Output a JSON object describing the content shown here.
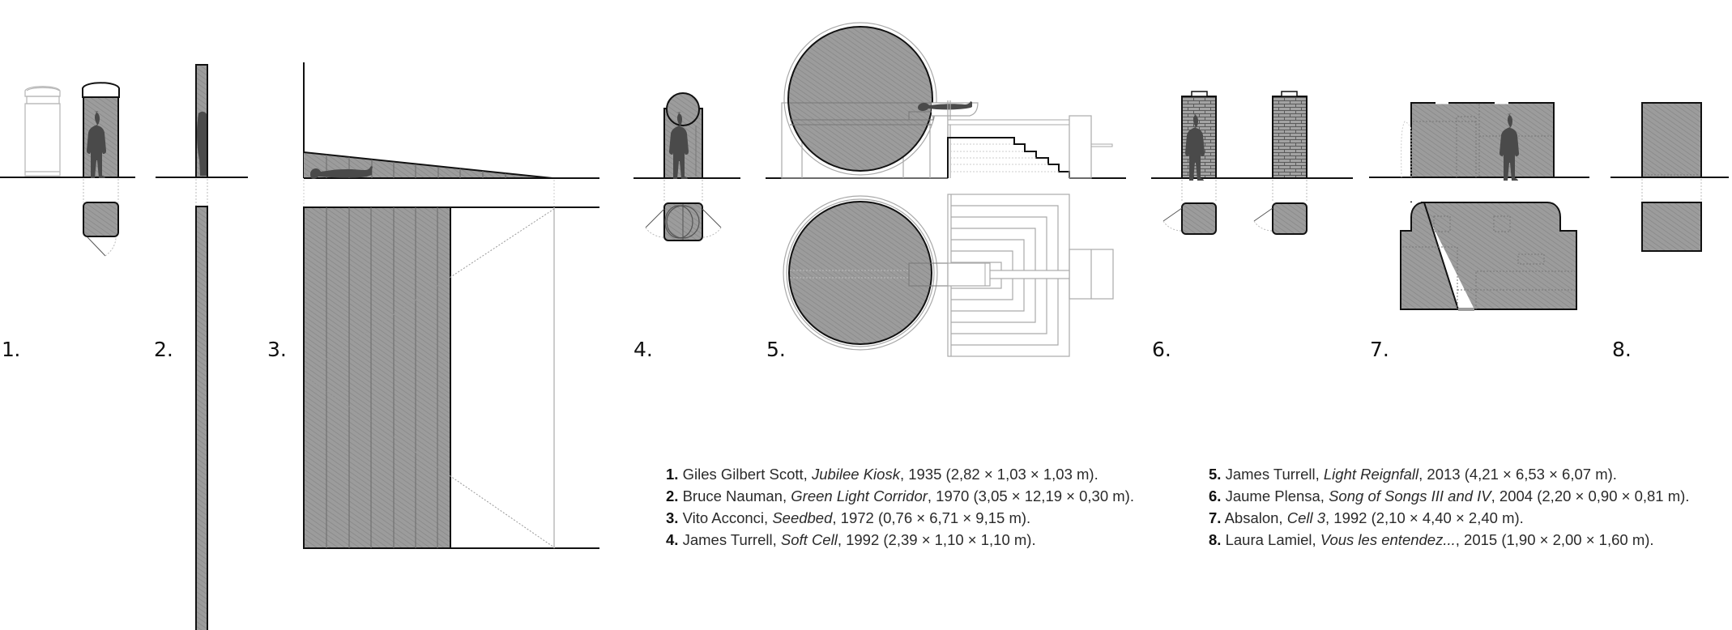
{
  "figure": {
    "colors": {
      "fill": "#9a9a9a",
      "hatch": "#7e7e7e",
      "outline": "#111111",
      "figure_silhouette": "#4a4a4a",
      "light_line": "#b8b8b8",
      "background": "#ffffff"
    },
    "drawings": [
      {
        "number": "1.",
        "subject": "jubilee-kiosk",
        "views": [
          "elevation",
          "plan"
        ]
      },
      {
        "number": "2.",
        "subject": "green-light-corridor",
        "views": [
          "elevation",
          "plan"
        ]
      },
      {
        "number": "3.",
        "subject": "seedbed",
        "views": [
          "section",
          "plan"
        ]
      },
      {
        "number": "4.",
        "subject": "soft-cell",
        "views": [
          "elevation",
          "plan"
        ]
      },
      {
        "number": "5.",
        "subject": "light-reignfall",
        "views": [
          "elevation",
          "plan"
        ]
      },
      {
        "number": "6.",
        "subject": "song-of-songs",
        "views": [
          "elevation",
          "plan"
        ]
      },
      {
        "number": "7.",
        "subject": "cell-3",
        "views": [
          "elevation",
          "plan"
        ]
      },
      {
        "number": "8.",
        "subject": "vous-les-entendez",
        "views": [
          "elevation",
          "plan"
        ]
      }
    ]
  },
  "captions": {
    "left": [
      {
        "num": "1.",
        "artist": "Giles Gilbert Scott, ",
        "title": "Jubilee Kiosk",
        "details": ", 1935 (2,82 × 1,03 × 1,03 m)."
      },
      {
        "num": "2.",
        "artist": "Bruce Nauman, ",
        "title": "Green Light Corridor",
        "details": ", 1970 (3,05 × 12,19 × 0,30 m)."
      },
      {
        "num": "3.",
        "artist": "Vito Acconci, ",
        "title": "Seedbed",
        "details": ", 1972 (0,76 × 6,71 × 9,15 m)."
      },
      {
        "num": "4.",
        "artist": "James Turrell, ",
        "title": "Soft Cell",
        "details": ", 1992 (2,39 × 1,10 × 1,10 m)."
      }
    ],
    "right": [
      {
        "num": "5.",
        "artist": "James Turrell, ",
        "title": "Light Reignfall",
        "details": ", 2013 (4,21 × 6,53 × 6,07 m)."
      },
      {
        "num": "6.",
        "artist": "Jaume Plensa, ",
        "title": "Song of Songs III and IV",
        "details": ", 2004 (2,20 × 0,90 × 0,81 m)."
      },
      {
        "num": "7.",
        "artist": "Absalon, ",
        "title": "Cell 3",
        "details": ", 1992 (2,10 × 4,40 × 2,40 m)."
      },
      {
        "num": "8.",
        "artist": "Laura Lamiel, ",
        "title": "Vous les entendez...",
        "details": ", 2015 (1,90 × 2,00 × 1,60 m)."
      }
    ]
  }
}
